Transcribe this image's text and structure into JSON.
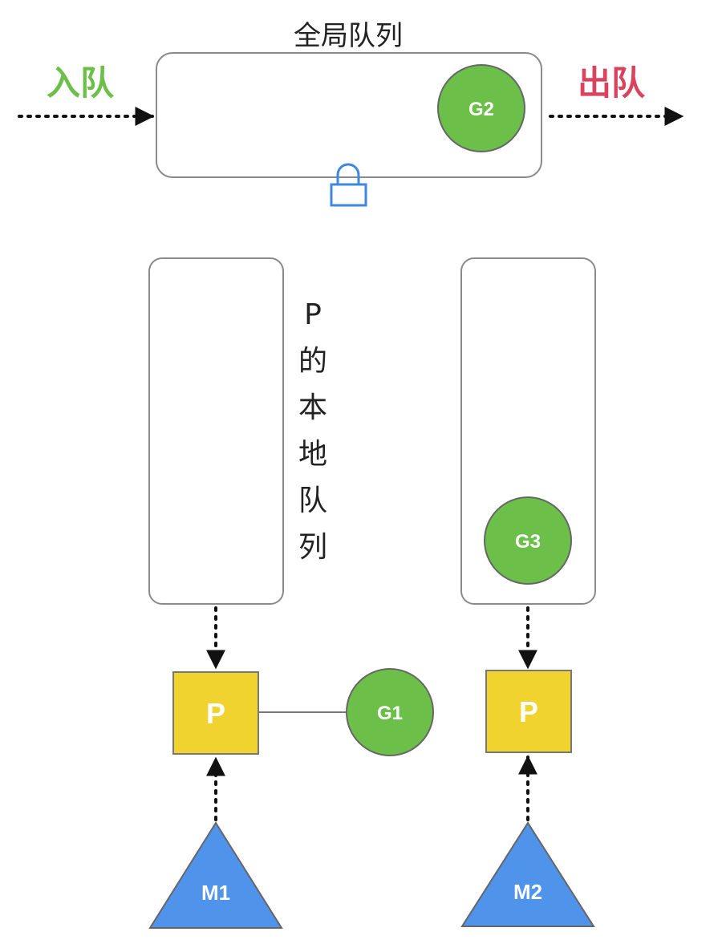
{
  "global_queue": {
    "title": "全局队列",
    "enqueue_label": "入队",
    "dequeue_label": "出队"
  },
  "local_queue": {
    "label_chars": [
      "P",
      "的",
      "本",
      "地",
      "队",
      "列"
    ]
  },
  "goroutines": {
    "g1": "G1",
    "g2": "G2",
    "g3": "G3"
  },
  "processors": {
    "p_left": "P",
    "p_right": "P"
  },
  "machines": {
    "m1": "M1",
    "m2": "M2"
  },
  "colors": {
    "enqueue": "#6cc04a",
    "dequeue": "#d9435e",
    "goroutine_fill": "#6cc04a",
    "processor_fill": "#f0d32f",
    "machine_fill": "#4f94ea",
    "lock": "#3f88dc",
    "outline": "#8a8a8a"
  },
  "icons": {
    "lock": "lock-icon"
  }
}
